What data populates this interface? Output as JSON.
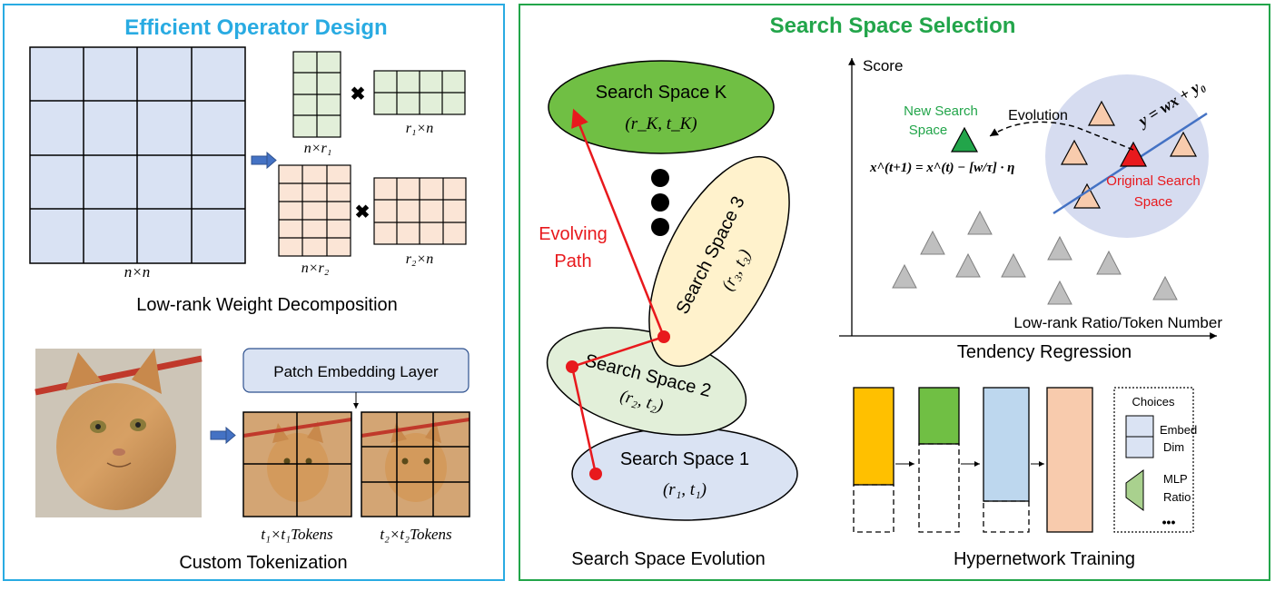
{
  "left_panel": {
    "title": "Efficient Operator Design",
    "big_matrix_label": "n×n",
    "matrix_a1_label": "n×r₁",
    "matrix_b1_label": "r₁×n",
    "matrix_a2_label": "n×r₂",
    "matrix_b2_label": "r₂×n",
    "multiply_symbol": "✖",
    "lowrank_caption": "Low-rank Weight Decomposition",
    "patch_embedding_label": "Patch Embedding Layer",
    "tokens1_label": "t₁×t₁Tokens",
    "tokens2_label": "t₂×t₂Tokens",
    "tokenization_caption": "Custom Tokenization"
  },
  "right_panel": {
    "title": "Search Space Selection",
    "evolution": {
      "space_k": "Search Space K",
      "space_k_params": "(r_K, t_K)",
      "space_3": "Search Space 3",
      "space_3_params": "(r₃, t₃)",
      "space_2": "Search Space 2",
      "space_2_params": "(r₂, t₂)",
      "space_1": "Search Space 1",
      "space_1_params": "(r₁, t₁)",
      "evolving_path_line1": "Evolving",
      "evolving_path_line2": "Path",
      "caption": "Search Space Evolution"
    },
    "regression": {
      "y_axis_label": "Score",
      "x_axis_label": "Low-rank Ratio/Token Number",
      "new_space_line1": "New Search",
      "new_space_line2": "Space",
      "evolution_label": "Evolution",
      "original_line1": "Original Search",
      "original_line2": "Space",
      "line_equation": "y = wx + y₀",
      "update_equation": "x^(t+1) = x^(t) − [w/τ] · η",
      "caption": "Tendency Regression"
    },
    "hypernetwork": {
      "choices_title": "Choices",
      "embed_line1": "Embed",
      "embed_line2": "Dim",
      "mlp_line1": "MLP",
      "mlp_line2": "Ratio",
      "more": "•••",
      "caption": "Hypernetwork Training"
    }
  },
  "colors": {
    "left_border": "#29ABE2",
    "right_border": "#22A54A",
    "left_title": "#29ABE2",
    "right_title": "#22A54A",
    "big_matrix": "#D9E2F3",
    "green_matrix": "#E2EFD9",
    "orange_matrix": "#FBE5D6",
    "space_k": "#70BF44",
    "space_3": "#FFF2CC",
    "space_2": "#E2EFD9",
    "space_1": "#DAE3F3",
    "path_red": "#E8191D",
    "gray_triangle": "#BFBFBF",
    "orange_triangle": "#F8CBAD",
    "cluster_bg": "#D6DCF0",
    "bar_yellow": "#FFC000",
    "bar_green": "#70BF44",
    "bar_blue": "#BDD7EE",
    "bar_orange": "#F8CBAD"
  }
}
